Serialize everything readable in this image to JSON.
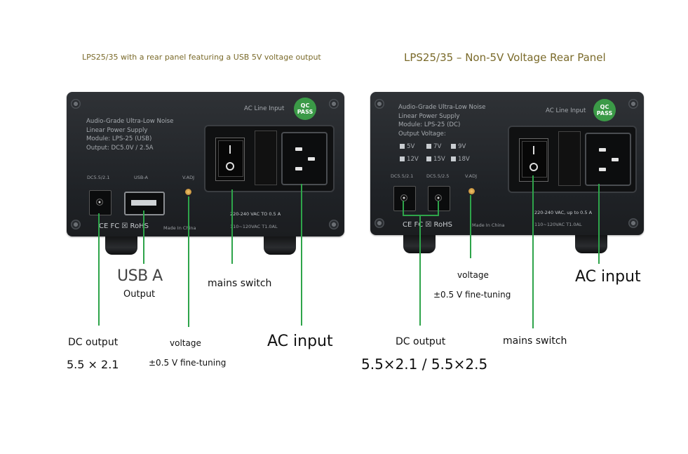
{
  "left_panel": {
    "title": "LPS25/35 with a rear panel featuring a USB 5V voltage output",
    "device_text": [
      "Audio-Grade Ultra-Low Noise",
      "Linear Power Supply",
      "Module: LPS-25 (USB)",
      "Output:  DC5.0V / 2.5A"
    ],
    "ac_line_input": "AC Line Input",
    "qc_badge": [
      "QC",
      "PASS"
    ],
    "port_labels": {
      "dc": "DC5.5/2.1",
      "usb": "USB-A",
      "vadj": "V.ADJ"
    },
    "voltage_rating": [
      "220-240 VAC TO 0.5 A",
      "110~120VAC  T1.0AL"
    ],
    "cert_marks": "CE FC ☒ RoHS",
    "made_in": "Made In China",
    "labels": {
      "usb_a": "USB A",
      "output": "Output",
      "mains_switch": "mains switch",
      "ac_input": "AC input",
      "dc_output": "DC output",
      "dc_size": "5.5 × 2.1",
      "voltage": "voltage",
      "fine_tuning": "±0.5 V fine-tuning"
    }
  },
  "right_panel": {
    "title": "LPS25/35 – Non-5V Voltage Rear Panel",
    "device_text": [
      "Audio-Grade Ultra-Low Noise",
      "Linear Power Supply",
      "Module: LPS-25 (DC)",
      "Output Voltage:"
    ],
    "voltage_options": [
      "5V",
      "7V",
      "9V",
      "12V",
      "15V",
      "18V"
    ],
    "ac_line_input": "AC Line Input",
    "qc_badge": [
      "QC",
      "PASS"
    ],
    "port_labels": {
      "dc1": "DC5.5/2.1",
      "dc2": "DC5.5/2.5",
      "vadj": "V.ADJ"
    },
    "voltage_rating": [
      "220-240 VAC, up to 0.5 A",
      "110~120VAC  T1.0AL"
    ],
    "cert_marks": "CE FC ☒ RoHS",
    "made_in": "Made In China",
    "labels": {
      "voltage": "voltage",
      "fine_tuning": "±0.5 V fine-tuning",
      "ac_input": "AC input",
      "dc_output": "DC output",
      "dc_size": "5.5×2.1 / 5.5×2.5",
      "mains_switch": "mains switch"
    }
  }
}
